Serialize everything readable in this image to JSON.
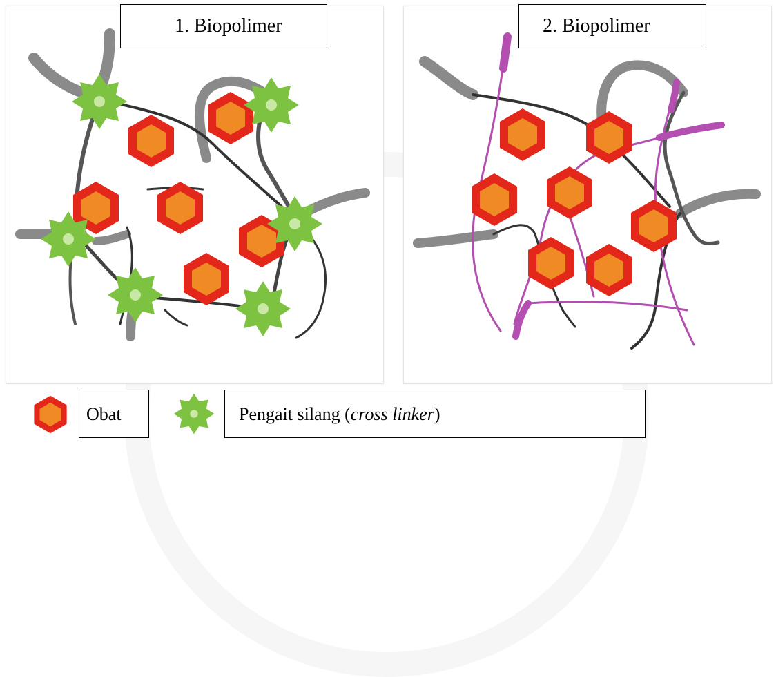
{
  "figure": {
    "panel1": {
      "title": "1.   Biopolimer"
    },
    "panel2": {
      "title": "2. Biopolimer"
    },
    "legend": {
      "drug_label": "Obat",
      "crosslinker_label_prefix": "Pengait silang (",
      "crosslinker_label_italic": "cross linker",
      "crosslinker_label_suffix": ")"
    }
  },
  "colors": {
    "polymer_gray": "#8a8a8a",
    "polymer_dark": "#333333",
    "second_polymer": "#b24fb0",
    "drug_outer": "#e3281b",
    "drug_inner": "#f08a24",
    "crosslinker": "#7ec242",
    "crosslinker_center": "#c9e8a6"
  },
  "icons": [
    "drug-hexagon-icon",
    "crosslinker-star-icon"
  ]
}
